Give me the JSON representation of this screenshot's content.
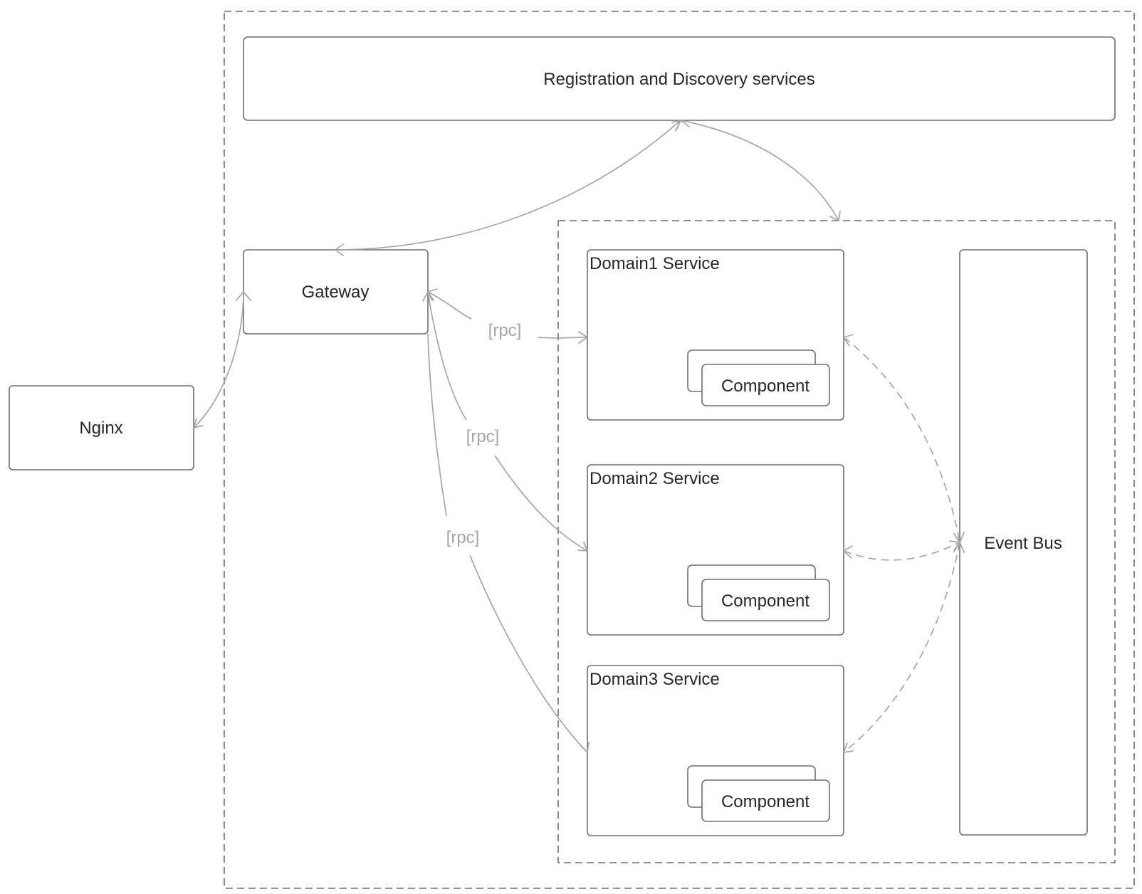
{
  "nodes": {
    "registry": "Registration and Discovery services",
    "gateway": "Gateway",
    "nginx": "Nginx",
    "event_bus": "Event Bus",
    "domain1": {
      "title": "Domain1 Service",
      "component": "Component"
    },
    "domain2": {
      "title": "Domain2 Service",
      "component": "Component"
    },
    "domain3": {
      "title": "Domain3 Service",
      "component": "Component"
    }
  },
  "edges": {
    "rpc_domain1": "[rpc]",
    "rpc_domain2": "[rpc]",
    "rpc_domain3": "[rpc]"
  },
  "colors": {
    "box_stroke": "#6e6e6e",
    "edge_stroke": "#a6a6a6",
    "text": "#262626",
    "edge_text": "#a6a6a6"
  }
}
